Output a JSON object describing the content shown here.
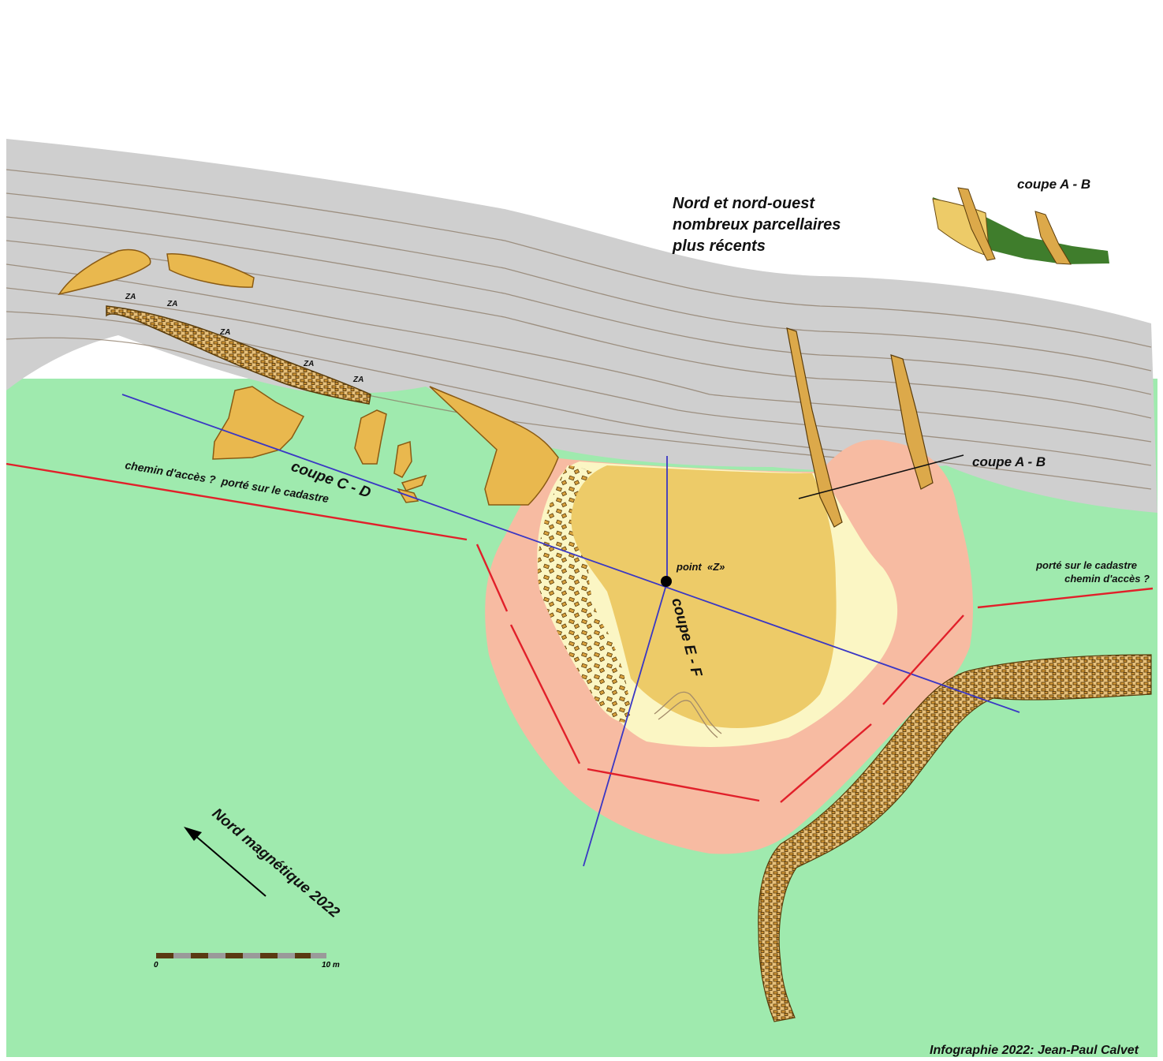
{
  "title": "",
  "labels": {
    "north_note_1": "Nord et nord-ouest",
    "north_note_2": "nombreux parcellaires",
    "north_note_3": "plus récents",
    "inset_title": "coupe A - B",
    "section_ab": "coupe A - B",
    "section_cd": "coupe C - D",
    "section_ef": "coupe E - F",
    "point_z": "point  «Z»",
    "path_left": "chemin d'accès ?  porté sur le cadastre",
    "path_right_1": "porté sur le cadastre",
    "path_right_2": "chemin d'accès ?",
    "za": "ZA",
    "north_arrow": "Nord magnétique 2022",
    "credit": "Infographie 2022: Jean-Paul Calvet"
  },
  "scale_bar": {
    "start_label": "0",
    "end_label": "10 m",
    "segments": 10
  },
  "colors": {
    "upper_terrace": "#cfcfcf",
    "meadow": "#9feaae",
    "rampart": "#f7bba2",
    "inner_ring": "#fbf6c4",
    "rock": "#edcb68",
    "rock_outline": "#8a5a12",
    "section_line": "#3a37c4",
    "path_line": "#e1202a",
    "contour": "#8c7a66",
    "inset_green": "#3f7d2c"
  }
}
